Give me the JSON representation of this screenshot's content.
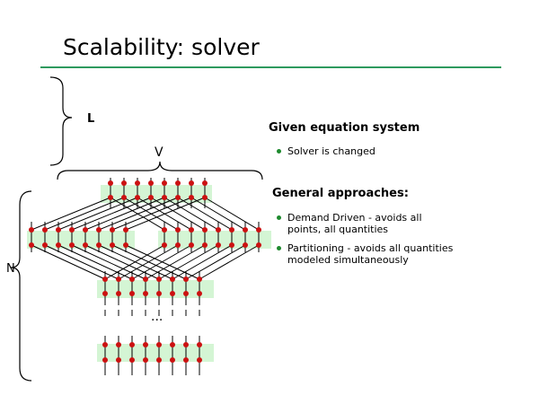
{
  "slide": {
    "title": "Scalability: solver"
  },
  "diagram": {
    "label_L": "L",
    "label_V": "V",
    "label_N": "N",
    "ellipsis": "...",
    "band_color": "#d4f5d4",
    "node_color": "#cc1111",
    "accent_color": "#2e9a5e"
  },
  "sections": [
    {
      "heading": "Given equation system",
      "bullets": [
        "Solver is changed"
      ]
    },
    {
      "heading": "General approaches:",
      "bullets": [
        "Demand Driven - avoids all points, all quantities",
        "Partitioning - avoids all quantities modeled simultaneously"
      ]
    }
  ]
}
